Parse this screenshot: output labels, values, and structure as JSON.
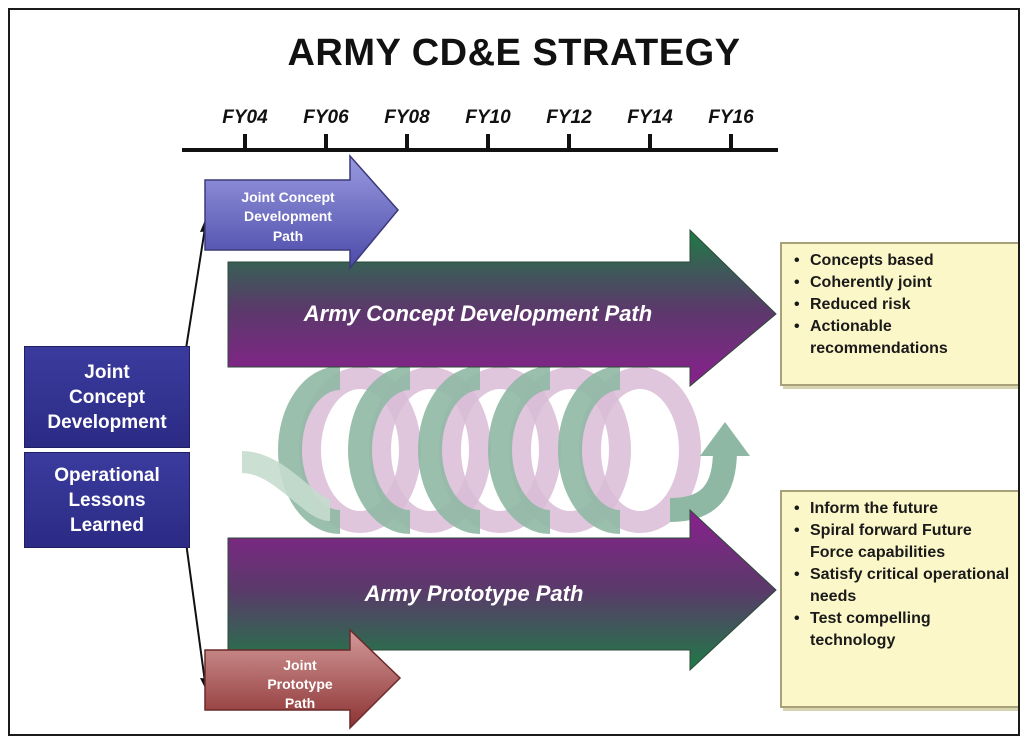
{
  "title": "ARMY CD&E STRATEGY",
  "timeline": {
    "ticks": [
      "FY04",
      "FY06",
      "FY08",
      "FY10",
      "FY12",
      "FY14",
      "FY16"
    ]
  },
  "left_boxes": {
    "top": "Joint\nConcept\nDevelopment",
    "bottom": "Operational\nLessons\nLearned"
  },
  "paths": {
    "joint_concept": [
      "Joint Concept",
      "Development",
      "Path"
    ],
    "army_concept": "Army Concept Development Path",
    "army_prototype": "Army Prototype Path",
    "joint_prototype": [
      "Joint",
      "Prototype",
      "Path"
    ]
  },
  "notes": {
    "concept_outcomes": [
      "Concepts based",
      "Coherently joint",
      "Reduced risk",
      "Actionable recommendations"
    ],
    "prototype_outcomes": [
      "Inform the future",
      "Spiral forward Future Force capabilities",
      "Satisfy critical operational needs",
      "Test compelling technology"
    ]
  },
  "colors": {
    "army_arrow_green": "#1f7a46",
    "army_arrow_purple": "#8a1f8e",
    "joint_concept_blue": "#6c6cc4",
    "joint_prototype_red": "#a65050",
    "left_box_blue": "#2e2e8c",
    "note_fill": "#fbf7c8",
    "spiral_green": "#8fb8a4",
    "spiral_pink": "#d9bcd6"
  },
  "icons": {
    "spiral": "spiral-coil-icon"
  }
}
